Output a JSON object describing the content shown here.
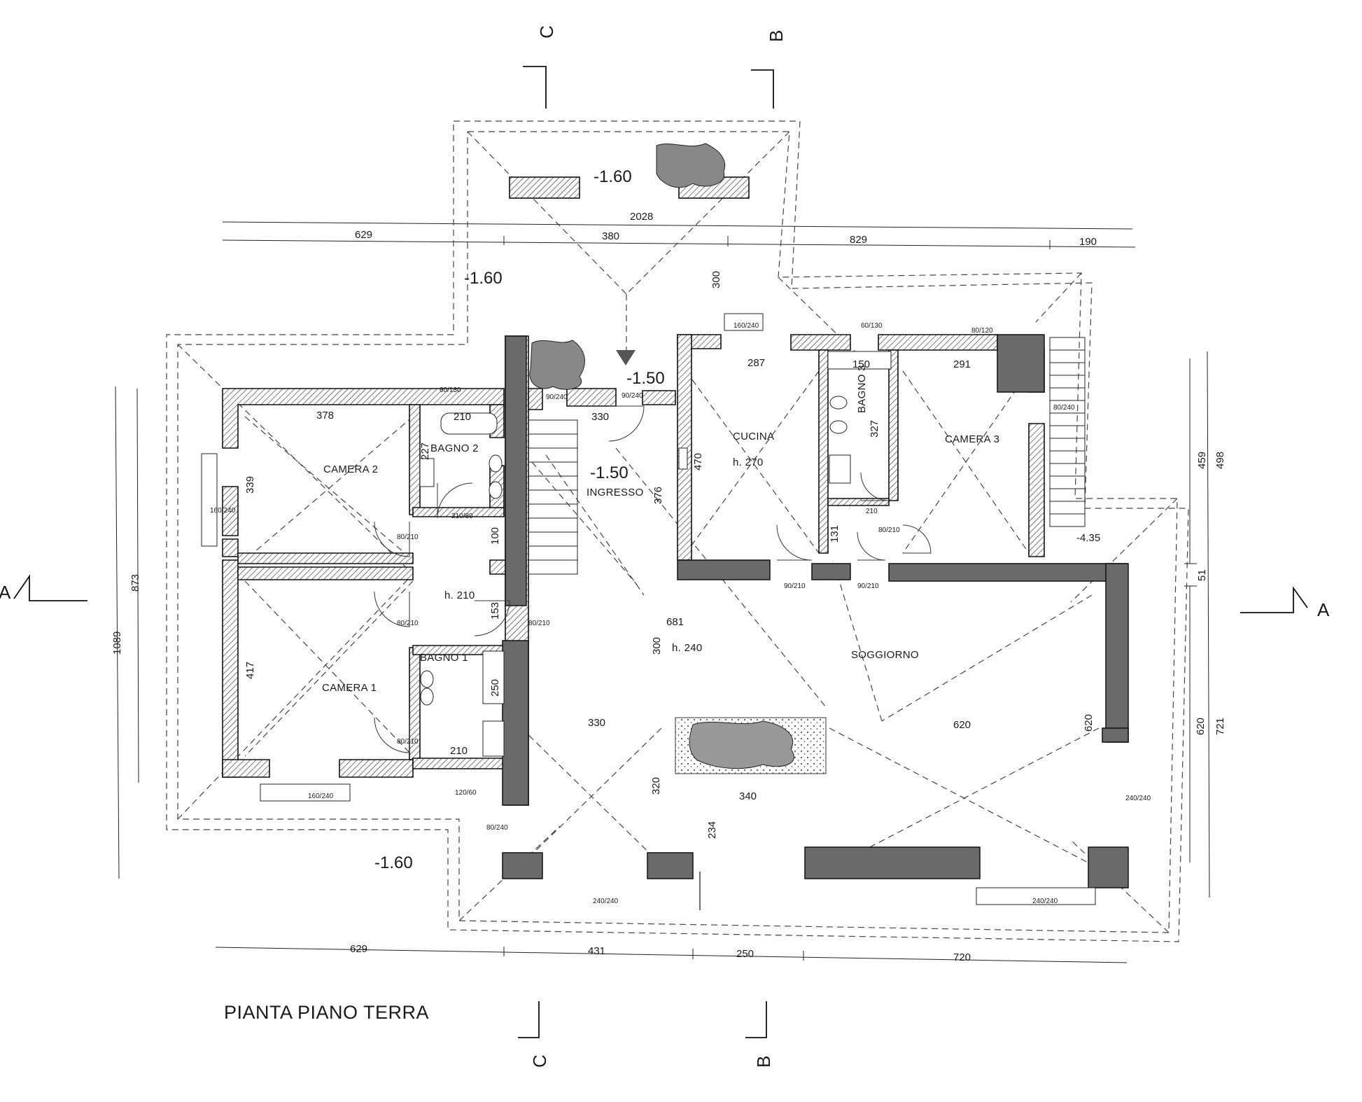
{
  "title": "PIANTA PIANO TERRA",
  "rooms": {
    "camera1": "CAMERA 1",
    "camera2": "CAMERA 2",
    "camera3": "CAMERA 3",
    "bagno1": "BAGNO 1",
    "bagno2": "BAGNO 2",
    "bagno3": "BAGNO 3",
    "cucina": "CUCINA",
    "ingresso": "INGRESSO",
    "soggiorno": "SOGGIORNO"
  },
  "heights": {
    "cucina": "h. 270",
    "corridor": "h. 210",
    "living": "h. 240"
  },
  "levels": {
    "top_court": "-1.60",
    "left_court": "-1.60",
    "entrance_step": "-1.50",
    "ingresso": "-1.50",
    "bottom_left": "-1.60",
    "right_stairs": "-4.35"
  },
  "sections": {
    "a": "A",
    "b": "B",
    "c": "C"
  },
  "dimensions": {
    "top_total": "2028",
    "top_629": "629",
    "top_380": "380",
    "top_829": "829",
    "top_190": "190",
    "bottom_629": "629",
    "bottom_431": "431",
    "bottom_250": "250",
    "bottom_720": "720",
    "left_1089": "1089",
    "left_873": "873",
    "right_498": "498",
    "right_459": "459",
    "right_51": "51",
    "right_721": "721",
    "right_620": "620",
    "court_300": "300",
    "cam2_378": "378",
    "cam2_339": "339",
    "cam1_417": "417",
    "bagno2_210": "210",
    "bagno2_227": "227",
    "bagno1_250": "250",
    "bagno1_210": "210",
    "corr_100": "100",
    "corr_153": "153",
    "ingr_330": "330",
    "ingr_376": "376",
    "cucina_287": "287",
    "cucina_470": "470",
    "bagno3_150": "150",
    "bagno3_327": "327",
    "bagno3_131": "131",
    "cam3_291": "291",
    "living_681": "681",
    "living_300": "300",
    "living_330": "330",
    "living_320": "320",
    "living_620_h": "620",
    "living_620_v": "620",
    "planter_340": "340",
    "planter_234": "234"
  },
  "openings": {
    "o_160_240": "160/240",
    "o_80_210": "80/210",
    "o_80_240": "80/240",
    "o_240_240": "240/240",
    "o_60_130": "60/130",
    "o_120_60": "120/60",
    "o_210_80": "210/80",
    "o_90_210": "90/210",
    "o_90_240": "90/240",
    "o_80_120": "80/120",
    "o_210": "210"
  }
}
